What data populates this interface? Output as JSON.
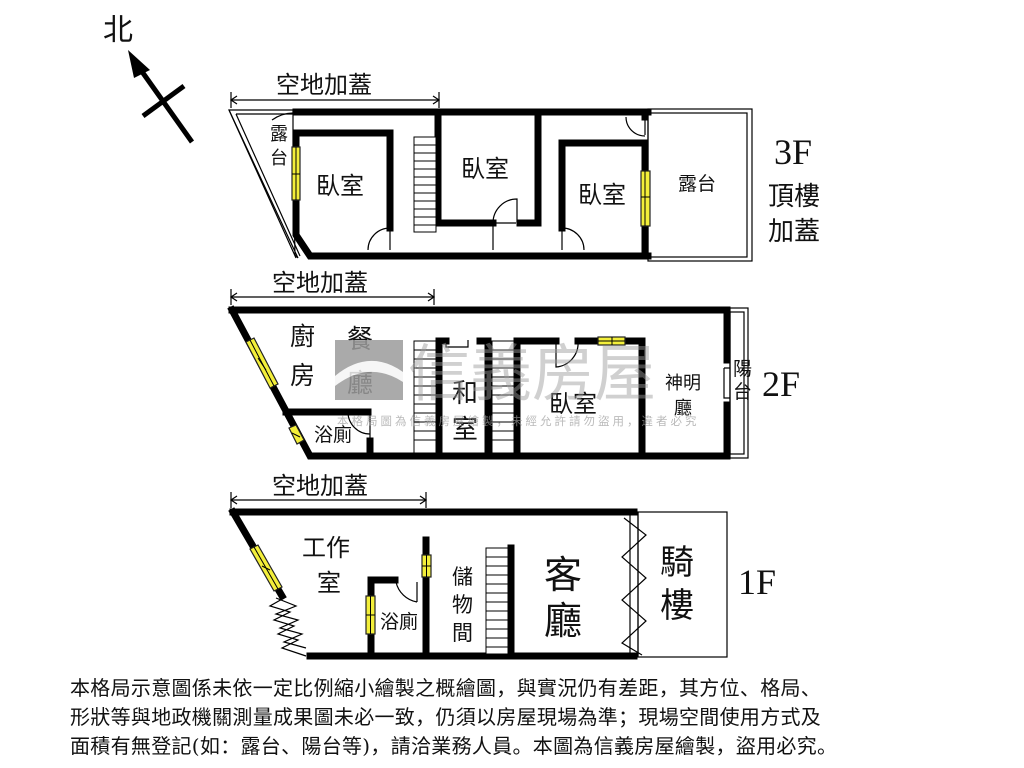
{
  "compass": {
    "label": "北"
  },
  "colors": {
    "wall": "#000000",
    "window": "#f3ef3a",
    "watermark": "#9a9a9a",
    "background": "#ffffff"
  },
  "floors": {
    "f3": {
      "floor_label": "3F",
      "floor_note_line1": "頂樓",
      "floor_note_line2": "加蓋",
      "extension_label": "空地加蓋",
      "rooms": {
        "terrace_left_line1": "露",
        "terrace_left_line2": "台",
        "bedroom_1": "臥室",
        "bedroom_2": "臥室",
        "bedroom_3": "臥室",
        "terrace_right": "露台"
      }
    },
    "f2": {
      "floor_label": "2F",
      "extension_label": "空地加蓋",
      "rooms": {
        "kitchen_line1": "廚",
        "kitchen_line2": "房",
        "dining_line1": "餐",
        "dining_line2": "廳",
        "bathroom": "浴廁",
        "japanese_room_line1": "和",
        "japanese_room_line2": "室",
        "bedroom": "臥室",
        "shrine_hall_line1": "神明",
        "shrine_hall_line2": "廳",
        "balcony_line1": "陽",
        "balcony_line2": "台"
      }
    },
    "f1": {
      "floor_label": "1F",
      "extension_label": "空地加蓋",
      "rooms": {
        "workroom_line1": "工作",
        "workroom_line2": "室",
        "bathroom": "浴廁",
        "storage_line1": "儲",
        "storage_line2": "物",
        "storage_line3": "間",
        "living_line1": "客",
        "living_line2": "廳",
        "arcade_line1": "騎",
        "arcade_line2": "樓"
      }
    }
  },
  "watermark": {
    "brand": "信義房屋",
    "notice": "本格局圖為信義房屋繪製，未經允許請勿盜用，違者必究"
  },
  "disclaimer": {
    "line1": "本格局示意圖係未依一定比例縮小繪製之概繪圖，與實況仍有差距，其方位、格局、",
    "line2": "形狀等與地政機關測量成果圖未必一致，仍須以房屋現場為準；現場空間使用方式及",
    "line3": "面積有無登記(如：露台、陽台等)，請洽業務人員。本圖為信義房屋繪製，盜用必究。"
  }
}
